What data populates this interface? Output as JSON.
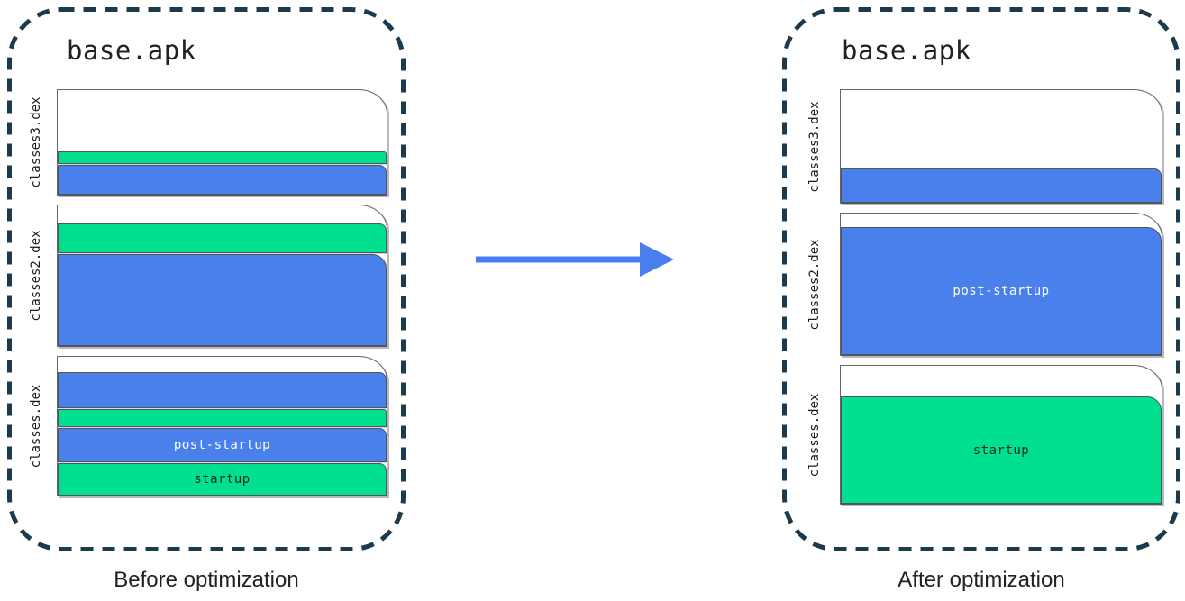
{
  "diagram": {
    "colors": {
      "blue": "#4a80ec",
      "green": "#00e08e",
      "dash": "#1c3a4d",
      "page_border": "#63676b",
      "label_on_blue": "#ffffff",
      "label_on_green": "#0d2b1f",
      "arrow": "#4a7dee"
    },
    "panels": [
      {
        "title": "base.apk",
        "caption": "Before optimization",
        "files": [
          {
            "name": "classes3.dex",
            "height": 118,
            "bands": [
              {
                "color": "green",
                "h": 14
              },
              {
                "color": "blue",
                "h": 33
              }
            ]
          },
          {
            "name": "classes2.dex",
            "height": 158,
            "bands": [
              {
                "color": "green",
                "h": 33
              },
              {
                "color": "blue",
                "h": 102
              }
            ]
          },
          {
            "name": "classes.dex",
            "height": 156,
            "bands": [
              {
                "color": "blue",
                "h": 40
              },
              {
                "color": "green",
                "h": 20
              },
              {
                "color": "blue",
                "h": 38,
                "label": "post-startup"
              },
              {
                "color": "green",
                "h": 36,
                "label": "startup"
              }
            ]
          }
        ]
      },
      {
        "title": "base.apk",
        "caption": "After optimization",
        "files": [
          {
            "name": "classes3.dex",
            "height": 127,
            "bands": [
              {
                "color": "blue",
                "h": 38
              }
            ]
          },
          {
            "name": "classes2.dex",
            "height": 159,
            "bands": [
              {
                "color": "blue",
                "h": 142,
                "label": "post-startup"
              }
            ]
          },
          {
            "name": "classes.dex",
            "height": 155,
            "bands": [
              {
                "color": "green",
                "h": 119,
                "label": "startup"
              }
            ]
          }
        ]
      }
    ]
  }
}
